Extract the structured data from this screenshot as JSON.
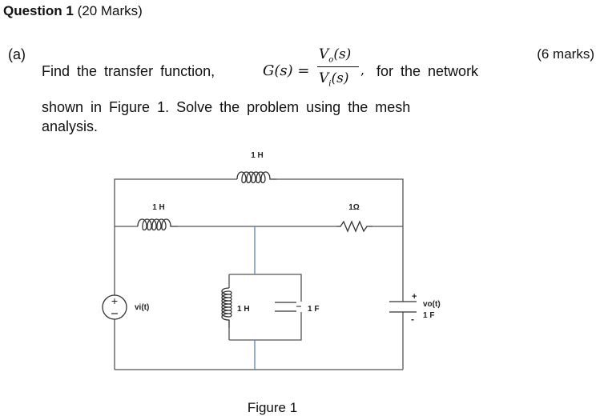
{
  "question": {
    "title_bold": "Question 1",
    "title_marks": "(20 Marks)"
  },
  "part": {
    "label": "(a)",
    "marks": "(6 marks)",
    "text_before": "Find the transfer function,",
    "formula": {
      "lhs": "G(s) =",
      "num": "V",
      "num_sub": "o",
      "num_arg": "(s)",
      "den": "V",
      "den_sub": "i",
      "den_arg": "(s)",
      "trail": ","
    },
    "text_after": "for the network",
    "line2": "shown in Figure 1. Solve the problem using the mesh",
    "line3": "analysis."
  },
  "circuit": {
    "top_inductor": "1 H",
    "mid_inductor": "1 H",
    "resistor": "1Ω",
    "center_inductor": "1 H",
    "center_capacitor": "1 F",
    "source_label": "vi(t)",
    "output_label": "vo(t)",
    "output_cap": "1 F",
    "plus": "+",
    "minus": "-"
  },
  "figure_caption": "Figure 1",
  "colors": {
    "wire": "#555555",
    "blue_wire": "#5b7fb8"
  }
}
